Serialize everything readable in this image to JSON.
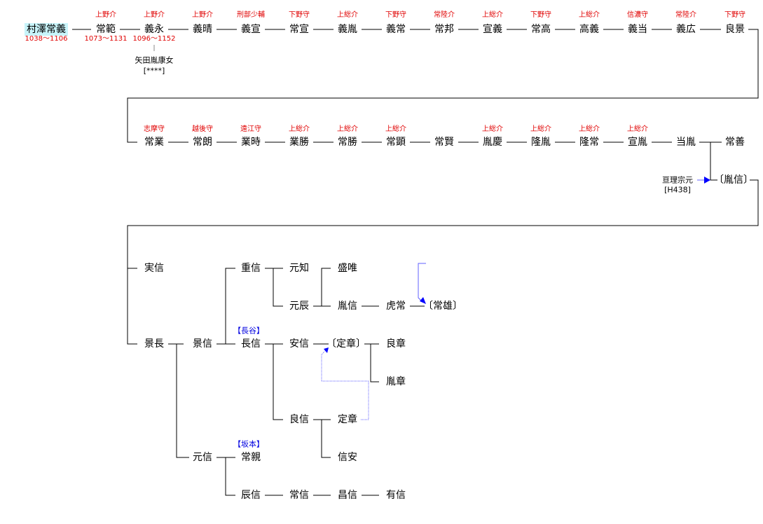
{
  "row1": {
    "names": [
      "村澤常義",
      "常範",
      "義永",
      "義晴",
      "義宣",
      "常宣",
      "義胤",
      "義常",
      "常邦",
      "宣義",
      "常高",
      "高義",
      "義当",
      "義広",
      "良景"
    ],
    "titles": [
      "",
      "上野介",
      "上野介",
      "上野介",
      "刑部少輔",
      "下野守",
      "上総介",
      "下野守",
      "常陸介",
      "上総介",
      "下野守",
      "上総介",
      "信濃守",
      "常陸介",
      "下野守"
    ],
    "dates": [
      "1038～1106",
      "1073～1131",
      "1096～1152"
    ],
    "wife": "矢田胤康女",
    "wife_ref": "[****]"
  },
  "row2": {
    "names": [
      "常業",
      "常朗",
      "業時",
      "業勝",
      "常勝",
      "常顕",
      "常賢",
      "胤慶",
      "隆胤",
      "隆常",
      "宣胤",
      "当胤",
      "常善"
    ],
    "titles": [
      "志摩守",
      "越後守",
      "遠江守",
      "上総介",
      "上総介",
      "上総介",
      "",
      "上総介",
      "上総介",
      "上総介",
      "上総介",
      "",
      ""
    ],
    "adoptee": "〔胤信〕",
    "adopted_from": "亘理宗元",
    "adopted_from_ref": "[H438]"
  },
  "lower": {
    "sanenobu": "実信",
    "kagenaga": "景長",
    "kagenobu": "景信",
    "motonobu": "元信",
    "shigenobu": "重信",
    "naganobu": "長信",
    "tsunechika": "常親",
    "tatsunobu": "辰信",
    "motochika": "元知",
    "mototatsu": "元辰",
    "yasunobu": "安信",
    "yoshinobu": "良信",
    "tsunenobu": "常信",
    "morii": "盛唯",
    "tanenobu": "胤信",
    "sadaaki_adopted": "〔定章〕",
    "sadaaki": "定章",
    "nobuyasu": "信安",
    "masanobu": "昌信",
    "toratsune": "虎常",
    "yoshiaki": "良章",
    "taneaki": "胤章",
    "arinobu": "有信",
    "tsuneo_adopted": "〔常雄〕",
    "clan_hase": "【長谷】",
    "clan_sakamoto": "【坂本】"
  },
  "colors": {
    "title": "#e00000",
    "clan": "#0000e0",
    "root_bg": "#c8f4fa",
    "adoption_line": "#6060ff"
  }
}
